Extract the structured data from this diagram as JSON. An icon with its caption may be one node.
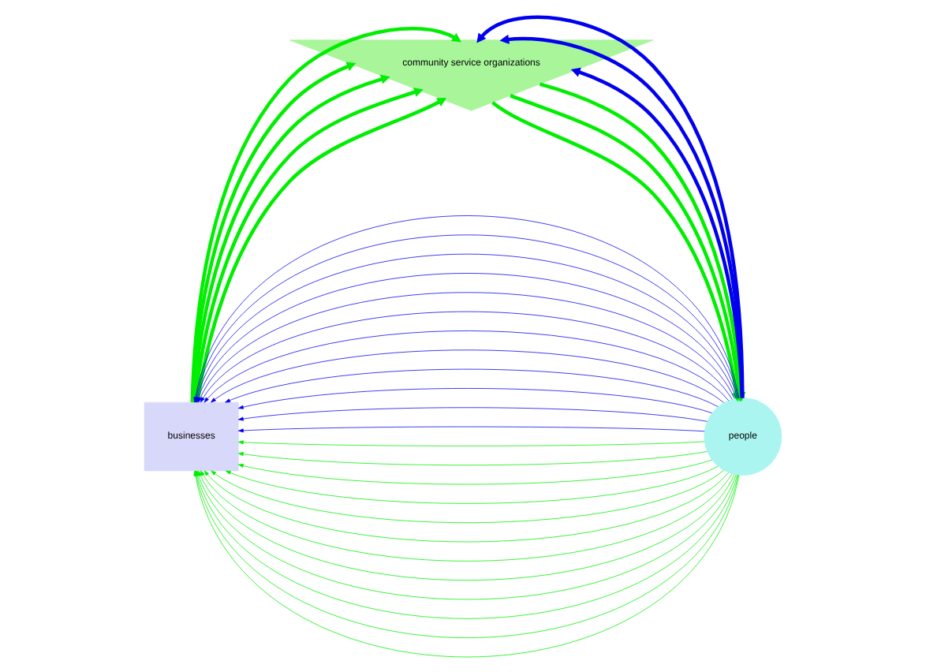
{
  "diagram": {
    "nodes": [
      {
        "text": [
          "businesses"
        ]
      },
      {
        "text": [
          "community service organizations"
        ]
      },
      {
        "text": [
          "people"
        ]
      }
    ],
    "edges": [
      {
        "from": 0,
        "to": 1,
        "arrow": "to",
        "style": "thick",
        "color": "#00ee00"
      },
      {
        "from": 0,
        "to": 1,
        "arrow": "to",
        "style": "thick",
        "color": "#00ee00"
      },
      {
        "from": 0,
        "to": 1,
        "arrow": "to",
        "style": "thick",
        "color": "#00ee00"
      },
      {
        "from": 0,
        "to": 1,
        "arrow": "to",
        "style": "thick",
        "color": "#00ee00"
      },
      {
        "from": 0,
        "to": 1,
        "arrow": "to",
        "style": "thick",
        "color": "#00ee00"
      },
      {
        "from": 1,
        "to": 2,
        "arrow": "to",
        "style": "thick",
        "color": "#00ee00"
      },
      {
        "from": 1,
        "to": 2,
        "arrow": "to",
        "style": "thick",
        "color": "#00ee00"
      },
      {
        "from": 1,
        "to": 2,
        "arrow": "to",
        "style": "thick",
        "color": "#00ee00"
      },
      {
        "from": 2,
        "to": 1,
        "arrow": "to",
        "style": "thick",
        "color": "#0000ee"
      },
      {
        "from": 2,
        "to": 1,
        "arrow": "to",
        "style": "thick",
        "color": "#0000ee"
      },
      {
        "from": 2,
        "to": 1,
        "arrow": "to",
        "style": "thick",
        "color": "#0000ee"
      },
      {
        "from": 2,
        "to": 0,
        "arrow": "to",
        "color": "#00ee00"
      },
      {
        "from": 2,
        "to": 0,
        "arrow": "to",
        "color": "#00ee00"
      },
      {
        "from": 2,
        "to": 0,
        "arrow": "to",
        "color": "#00ee00"
      },
      {
        "from": 2,
        "to": 0,
        "arrow": "to",
        "color": "#00ee00"
      },
      {
        "from": 2,
        "to": 0,
        "arrow": "to",
        "color": "#00ee00"
      },
      {
        "from": 2,
        "to": 0,
        "arrow": "to",
        "color": "#00ee00"
      },
      {
        "from": 2,
        "to": 0,
        "arrow": "to",
        "color": "#00ee00"
      },
      {
        "from": 2,
        "to": 0,
        "arrow": "to",
        "color": "#00ee00"
      },
      {
        "from": 2,
        "to": 0,
        "arrow": "to",
        "color": "#00ee00"
      },
      {
        "from": 2,
        "to": 0,
        "arrow": "to",
        "color": "#00ee00"
      },
      {
        "from": 2,
        "to": 0,
        "arrow": "to",
        "color": "#00ee00"
      },
      {
        "from": 2,
        "to": 0,
        "arrow": "to",
        "color": "#00ee00"
      },
      {
        "from": 2,
        "to": 0,
        "arrow": "to",
        "color": "#0000ee"
      },
      {
        "from": 2,
        "to": 0,
        "arrow": "to",
        "color": "#0000ee"
      },
      {
        "from": 2,
        "to": 0,
        "arrow": "to",
        "color": "#0000ee"
      },
      {
        "from": 2,
        "to": 0,
        "arrow": "to",
        "color": "#0000ee"
      },
      {
        "from": 2,
        "to": 0,
        "arrow": "to",
        "color": "#0000ee"
      },
      {
        "from": 2,
        "to": 0,
        "arrow": "to",
        "color": "#0000ee"
      },
      {
        "from": 2,
        "to": 0,
        "arrow": "to",
        "color": "#0000ee"
      },
      {
        "from": 2,
        "to": 0,
        "arrow": "to",
        "color": "#0000ee"
      },
      {
        "from": 2,
        "to": 0,
        "arrow": "to",
        "color": "#0000ee"
      },
      {
        "from": 2,
        "to": 0,
        "arrow": "to",
        "color": "#0000ee"
      },
      {
        "from": 2,
        "to": 0,
        "arrow": "to",
        "color": "#0000ee"
      },
      {
        "from": 2,
        "to": 0,
        "arrow": "to",
        "color": "#0000ee"
      }
    ]
  }
}
